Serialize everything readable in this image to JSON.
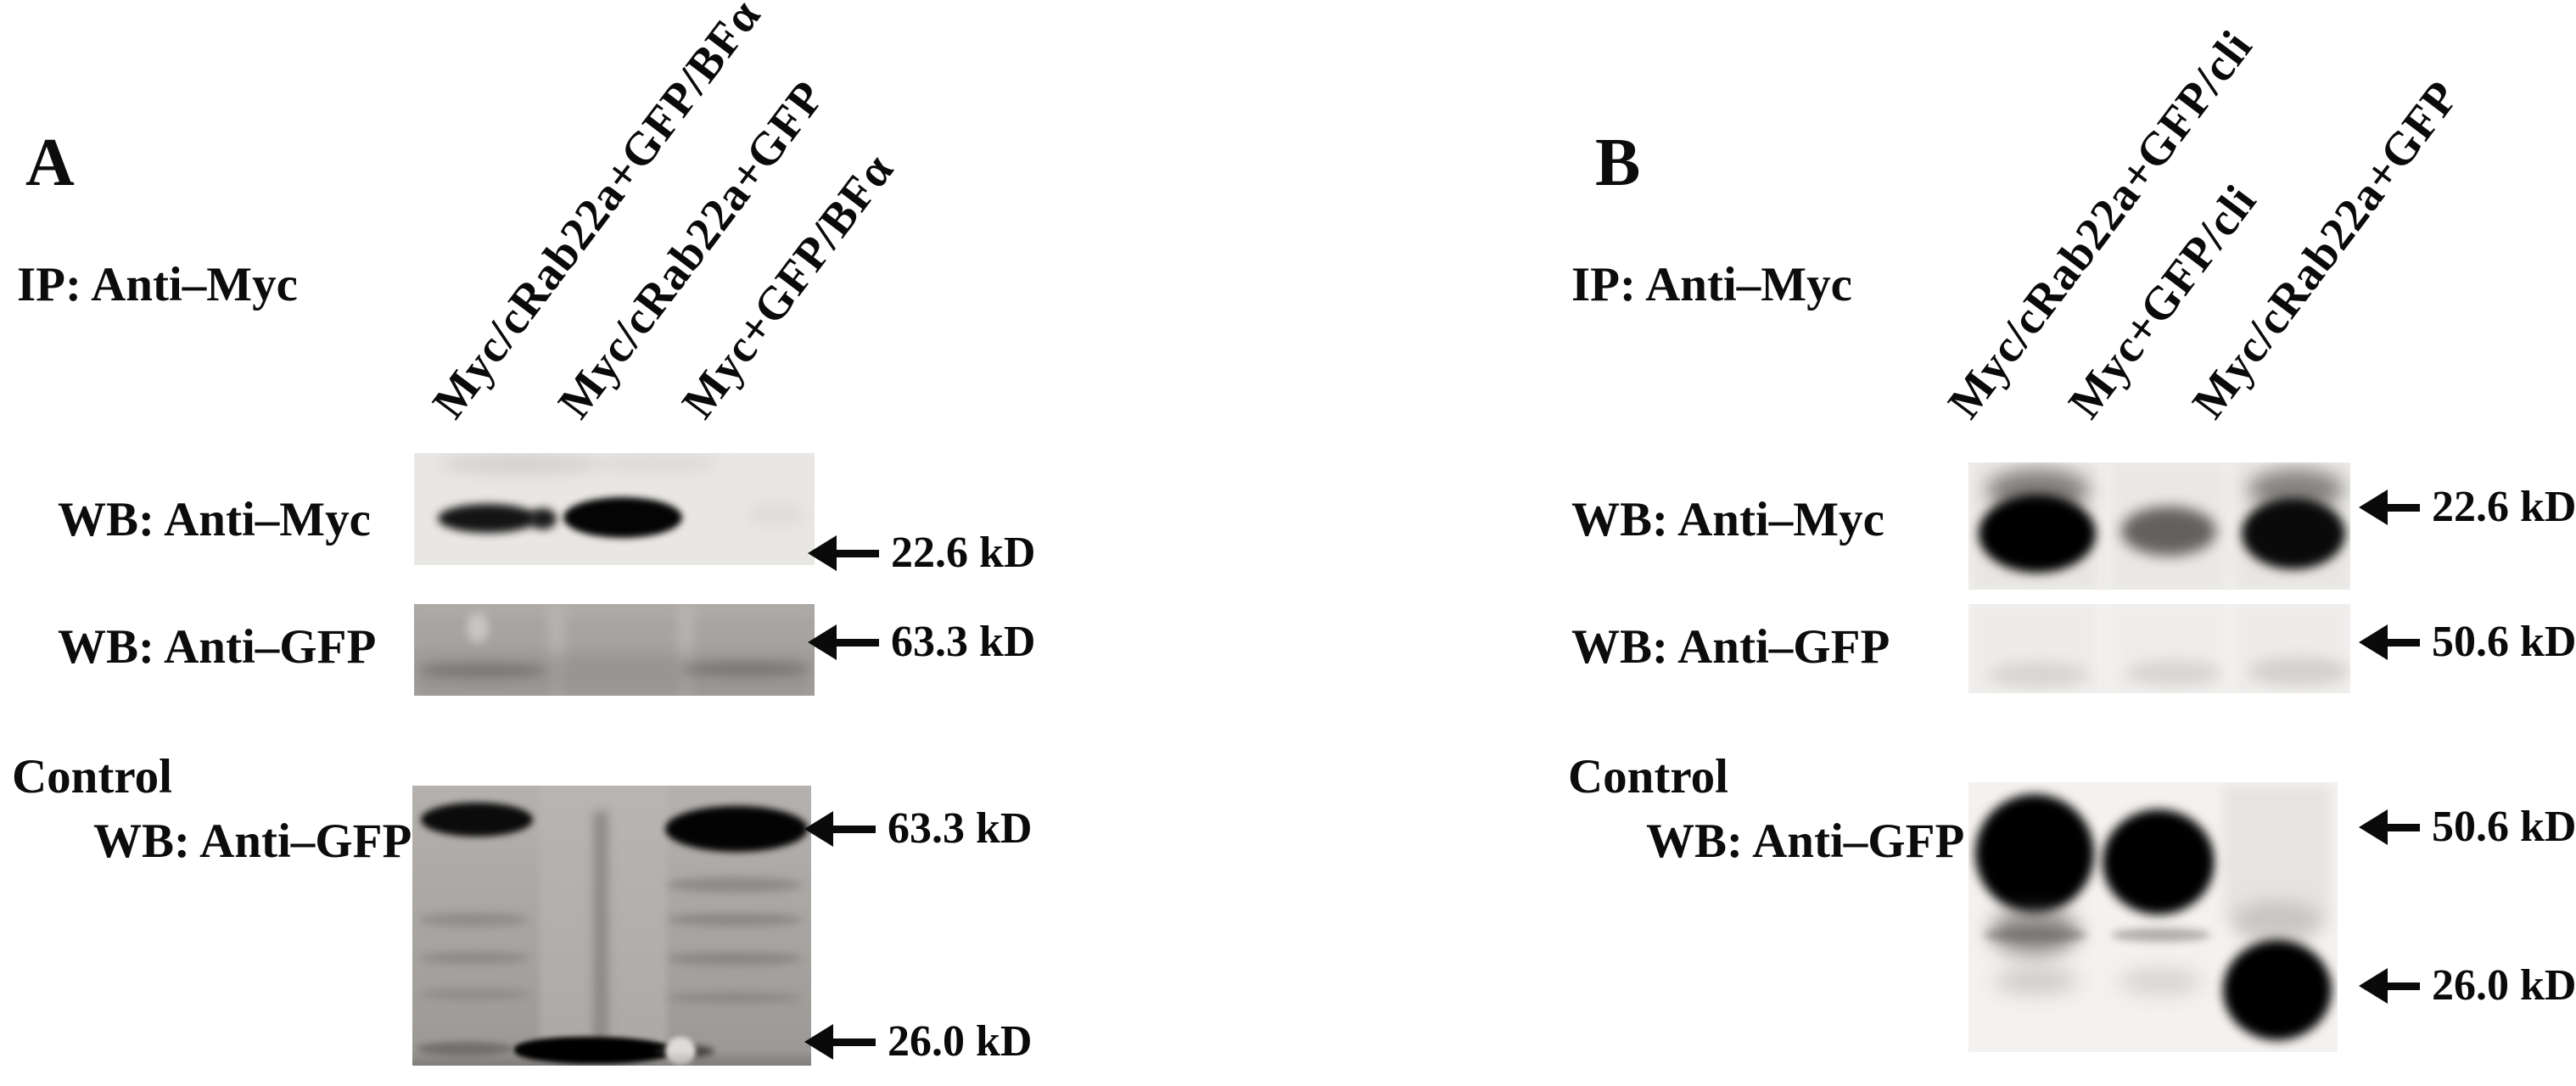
{
  "figure": {
    "kind": "co-immunoprecipitation western blot figure",
    "panels": [
      {
        "panel_label": "A",
        "ip_label": "IP: Anti–Myc",
        "lane_labels": [
          "Myc/cRab22a+GFP/BFα",
          "Myc/cRab22a+GFP",
          "Myc+GFP/BFα"
        ],
        "ip_rows": [
          {
            "wb_label": "WB: Anti–Myc",
            "marker_label": "22.6 kD",
            "bands": [
              "medium band",
              "strong band",
              "no band"
            ]
          },
          {
            "wb_label": "WB: Anti–GFP",
            "marker_label": "63.3 kD",
            "bands": [
              "diffuse smear",
              "diffuse smear",
              "diffuse smear"
            ]
          }
        ],
        "control_label": "Control",
        "control_wb_label": "WB: Anti–GFP",
        "control_markers": [
          {
            "marker_label": "63.3 kD"
          },
          {
            "marker_label": "26.0 kD"
          }
        ],
        "control_bands": [
          "band at 63.3 kD",
          "band at 26.0 kD",
          "band at 63.3 kD"
        ]
      },
      {
        "panel_label": "B",
        "ip_label": "IP: Anti–Myc",
        "lane_labels": [
          "Myc/cRab22a+GFP/cli",
          "Myc+GFP/cli",
          "Myc/cRab22a+GFP"
        ],
        "ip_rows": [
          {
            "wb_label": "WB: Anti–Myc",
            "marker_label": "22.6 kD",
            "bands": [
              "strong band",
              "weak band",
              "strong band"
            ]
          },
          {
            "wb_label": "WB: Anti–GFP",
            "marker_label": "50.6 kD",
            "bands": [
              "no band",
              "no band",
              "no band"
            ]
          }
        ],
        "control_label": "Control",
        "control_wb_label": "WB: Anti–GFP",
        "control_markers": [
          {
            "marker_label": "50.6 kD"
          },
          {
            "marker_label": "26.0 kD"
          }
        ],
        "control_bands": [
          "band at 50.6 kD",
          "band at 50.6 kD",
          "band at 26.0 kD"
        ]
      }
    ]
  }
}
